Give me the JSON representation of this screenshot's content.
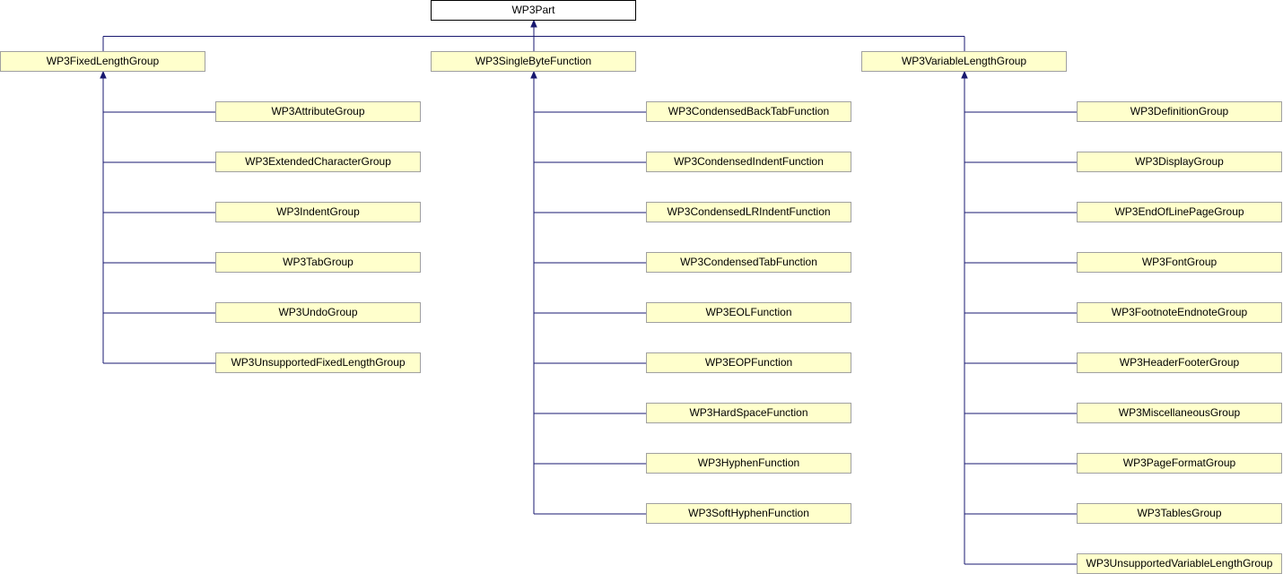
{
  "diagram": {
    "root": {
      "label": "WP3Part"
    },
    "groups": [
      {
        "id": "fixed",
        "label": "WP3FixedLengthGroup",
        "children": [
          "WP3AttributeGroup",
          "WP3ExtendedCharacterGroup",
          "WP3IndentGroup",
          "WP3TabGroup",
          "WP3UndoGroup",
          "WP3UnsupportedFixedLengthGroup"
        ]
      },
      {
        "id": "single",
        "label": "WP3SingleByteFunction",
        "children": [
          "WP3CondensedBackTabFunction",
          "WP3CondensedIndentFunction",
          "WP3CondensedLRIndentFunction",
          "WP3CondensedTabFunction",
          "WP3EOLFunction",
          "WP3EOPFunction",
          "WP3HardSpaceFunction",
          "WP3HyphenFunction",
          "WP3SoftHyphenFunction"
        ]
      },
      {
        "id": "variable",
        "label": "WP3VariableLengthGroup",
        "children": [
          "WP3DefinitionGroup",
          "WP3DisplayGroup",
          "WP3EndOfLinePageGroup",
          "WP3FontGroup",
          "WP3FootnoteEndnoteGroup",
          "WP3HeaderFooterGroup",
          "WP3MiscellaneousGroup",
          "WP3PageFormatGroup",
          "WP3TablesGroup",
          "WP3UnsupportedVariableLengthGroup"
        ]
      }
    ],
    "colors": {
      "edge": "#191970",
      "node_fill": "#ffffcc",
      "node_border": "#a0a0a0",
      "root_fill": "#ffffff",
      "root_border": "#000000"
    }
  }
}
